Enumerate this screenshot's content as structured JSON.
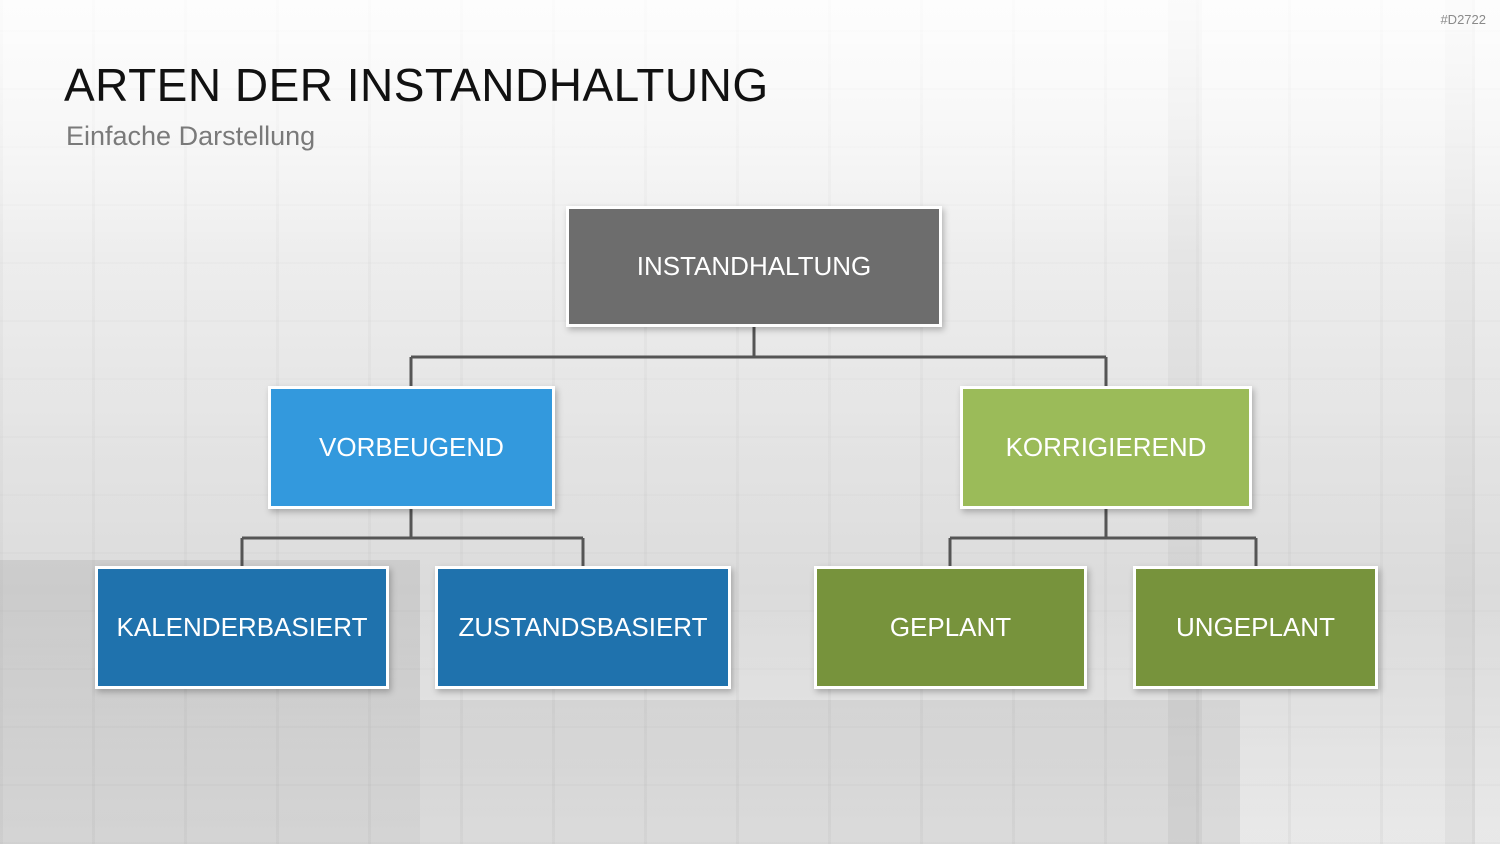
{
  "slide": {
    "id": "#D2722",
    "title": "ARTEN DER INSTANDHALTUNG",
    "subtitle": "Einfache Darstellung"
  },
  "diagram": {
    "root": {
      "label": "INSTANDHALTUNG",
      "color": "#6d6d6d"
    },
    "branches": [
      {
        "label": "VORBEUGEND",
        "color": "#3399dd",
        "children": [
          {
            "label": "KALENDERBASIERT",
            "color": "#1f72ad"
          },
          {
            "label": "ZUSTANDSBASIERT",
            "color": "#1f72ad"
          }
        ]
      },
      {
        "label": "KORRIGIEREND",
        "color": "#9bbb59",
        "children": [
          {
            "label": "GEPLANT",
            "color": "#77933c"
          },
          {
            "label": "UNGEPLANT",
            "color": "#77933c"
          }
        ]
      }
    ],
    "connector_color": "#555555"
  }
}
